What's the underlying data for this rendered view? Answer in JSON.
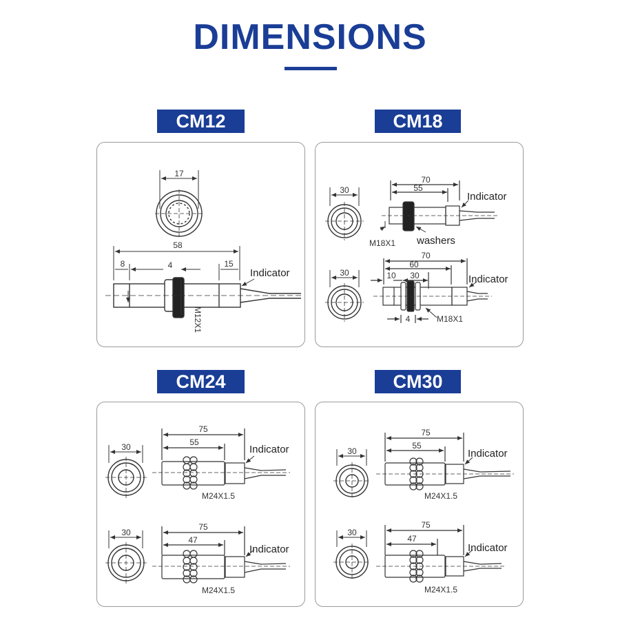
{
  "header": {
    "title": "DIMENSIONS"
  },
  "colors": {
    "brand": "#1a3d96",
    "panel_border": "#9a9a9a",
    "line": "#333333"
  },
  "sections": {
    "cm12": {
      "badge": "CM12",
      "top_dia": "17",
      "len_total": "58",
      "len_a": "8",
      "len_b": "4",
      "len_c": "15",
      "thread": "M12X1",
      "indicator": "Indicator"
    },
    "cm18": {
      "badge": "CM18",
      "a": {
        "dia": "30",
        "len_total": "70",
        "len_thread": "55",
        "thread": "M18X1",
        "washers": "washers",
        "indicator": "Indicator"
      },
      "b": {
        "dia": "30",
        "len_total": "70",
        "len_thread": "60",
        "len_a": "10",
        "len_b": "30",
        "len_c": "4",
        "thread": "M18X1",
        "indicator": "Indicator"
      }
    },
    "cm24": {
      "badge": "CM24",
      "a": {
        "dia": "30",
        "len_total": "75",
        "len_thread": "55",
        "thread": "M24X1.5",
        "indicator": "Indicator"
      },
      "b": {
        "dia": "30",
        "len_total": "75",
        "len_thread": "47",
        "thread": "M24X1.5",
        "indicator": "Indicator"
      }
    },
    "cm30": {
      "badge": "CM30",
      "a": {
        "dia": "30",
        "len_total": "75",
        "len_thread": "55",
        "thread": "M24X1.5",
        "indicator": "Indicator"
      },
      "b": {
        "dia": "30",
        "len_total": "75",
        "len_thread": "47",
        "thread": "M24X1.5",
        "indicator": "Indicator"
      }
    }
  }
}
